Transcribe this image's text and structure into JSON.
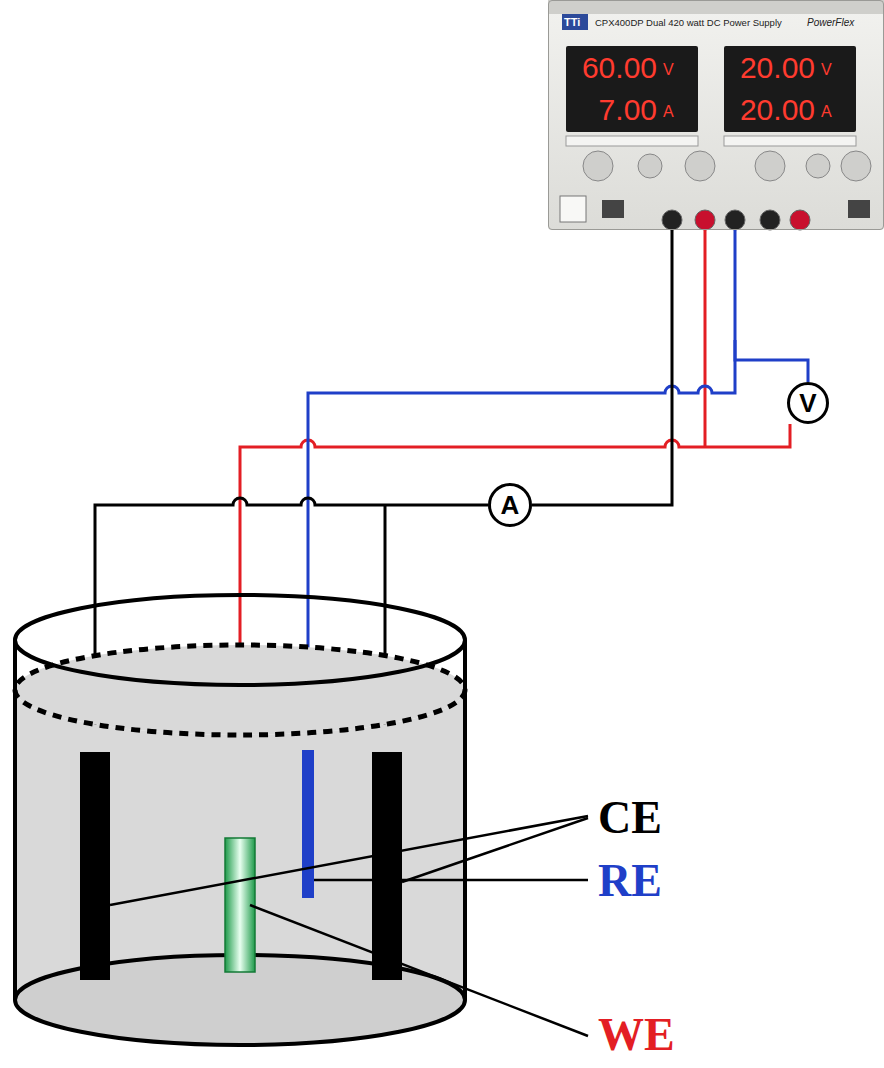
{
  "diagram": {
    "nodes": [
      {
        "text": [
          "TTi",
          "CPX400DP Dual 420 watt DC Power Supply",
          "PowerFlex",
          "60.00",
          "V",
          "7.00",
          "A",
          "20.00",
          "V",
          "20.00",
          "A"
        ]
      },
      {
        "text": [
          "V"
        ]
      },
      {
        "text": [
          "A"
        ]
      }
    ],
    "edges": [
      {
        "from": 0,
        "to": 1,
        "arrow": "none"
      },
      {
        "from": 0,
        "to": 2,
        "arrow": "none"
      }
    ],
    "labels": [
      "CE",
      "RE",
      "WE"
    ]
  }
}
